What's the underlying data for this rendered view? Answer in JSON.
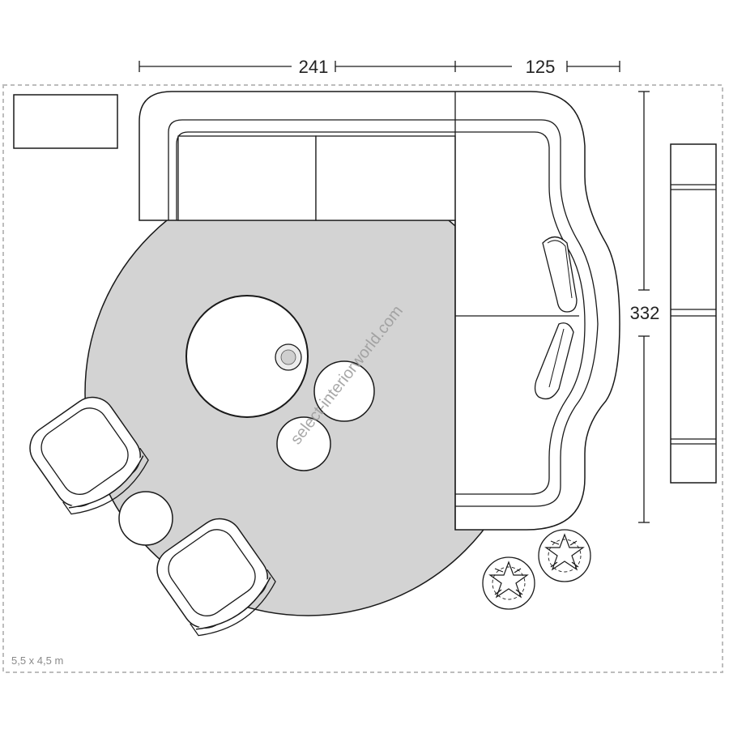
{
  "plan": {
    "room_size_label": "5,5 x 4,5 m",
    "watermark": "select-interiorworld.com"
  },
  "dimensions": {
    "width_left": "241",
    "width_right": "125",
    "depth": "332"
  },
  "colors": {
    "rug": "#d3d3d3",
    "line": "#1a1a1a",
    "room_border": "#bdbdbd",
    "furniture_fill": "#ffffff"
  },
  "icons": [
    "plant-icon",
    "armchair-icon",
    "side-table-icon",
    "coffee-table-icon"
  ]
}
